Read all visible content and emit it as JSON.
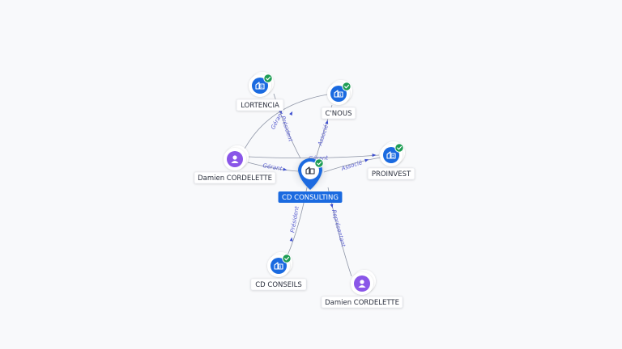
{
  "center": {
    "label": "CD CONSULTING",
    "icon": "company-icon",
    "verified": true
  },
  "nodes": [
    {
      "id": "lortencia",
      "label": "LORTENCIA",
      "type": "company",
      "icon": "company-icon",
      "verified": true
    },
    {
      "id": "cnous",
      "label": "C'NOUS",
      "type": "company",
      "icon": "company-icon",
      "verified": true
    },
    {
      "id": "damien1",
      "label": "Damien CORDELETTE",
      "type": "person",
      "icon": "person-icon",
      "verified": false
    },
    {
      "id": "proinvest",
      "label": "PROINVEST",
      "type": "company",
      "icon": "company-icon",
      "verified": true
    },
    {
      "id": "cdconseils",
      "label": "CD CONSEILS",
      "type": "company",
      "icon": "company-icon",
      "verified": true
    },
    {
      "id": "damien2",
      "label": "Damien CORDELETTE",
      "type": "person",
      "icon": "person-icon",
      "verified": false
    }
  ],
  "edges": [
    {
      "from": "center",
      "to": "lortencia",
      "label": "Président"
    },
    {
      "from": "damien1",
      "to": "cnous",
      "label": "Gérant"
    },
    {
      "from": "center",
      "to": "cnous",
      "label": "Associé"
    },
    {
      "from": "damien1",
      "to": "center",
      "label": "Gérant"
    },
    {
      "from": "damien1",
      "to": "proinvest",
      "label": "Gérant"
    },
    {
      "from": "center",
      "to": "proinvest",
      "label": "Associé"
    },
    {
      "from": "center",
      "to": "cdconseils",
      "label": "Président"
    },
    {
      "from": "damien2",
      "to": "center",
      "label": "Représentant"
    }
  ],
  "colors": {
    "company": "#1a6ae0",
    "person": "#8a56e8",
    "verified": "#1f9d55",
    "edge": "#8e95a6",
    "edge_label": "#5a5fd0"
  }
}
